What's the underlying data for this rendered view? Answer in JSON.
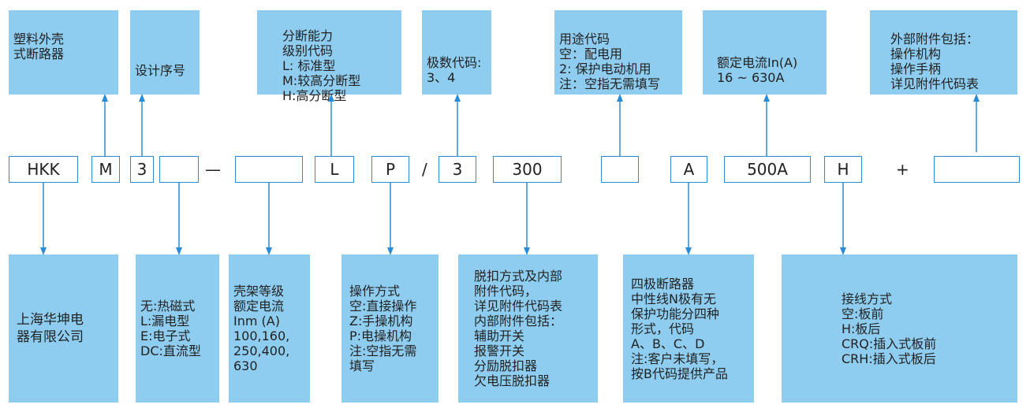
{
  "colors": {
    "box_fill": "#8ECDEF",
    "arrow": "#2a8bd6",
    "code_border": "#2a8bd6"
  },
  "top_boxes": [
    {
      "id": "company-type",
      "text": "塑料外壳\n式断路器"
    },
    {
      "id": "design-serial",
      "text": "设计序号"
    },
    {
      "id": "breaking-capacity",
      "text": "分断能力\n级别代码\nL: 标准型\nM:较高分断型\nH:高分断型"
    },
    {
      "id": "poles",
      "text": "极数代码:\n3、4"
    },
    {
      "id": "usage",
      "text": "用途代码\n空：配电用\n2: 保护电动机用\n注：空指无需填写"
    },
    {
      "id": "rated-current",
      "text": "额定电流In(A)\n16 ~ 630A"
    },
    {
      "id": "accessories",
      "text": "外部附件包括：\n操作机构\n操作手柄\n详见附件代码表"
    }
  ],
  "codes": [
    "HKK",
    "M",
    "3",
    "",
    "",
    "L",
    "P",
    "3",
    "300",
    "",
    "A",
    "500A",
    "H",
    ""
  ],
  "separators": [
    "—",
    "/",
    "+"
  ],
  "bottom_boxes": [
    {
      "id": "manufacturer",
      "text": "上海华坤电\n器有限公司"
    },
    {
      "id": "release-type",
      "text": "无:热磁式\nL:漏电型\nE:电子式\nDC:直流型"
    },
    {
      "id": "frame-rating",
      "text": "壳架等级\n额定电流\nInm (A)\n100,160,\n250,400,\n630"
    },
    {
      "id": "operation-mode",
      "text": "操作方式\n空:直接操作\nZ:手操机构\nP:电操机构\n注:空指无需\n填写"
    },
    {
      "id": "trip-method",
      "text": "脱扣方式及内部\n附件代码，\n详见附件代码表\n内部附件包括：\n辅助开关\n报警开关\n分励脱扣器\n欠电压脱扣器"
    },
    {
      "id": "four-pole",
      "text": "四极断路器\n中性线N极有无\n保护功能分四种\n形式，代码\nA、B、C、D\n注:客户未填写，\n按B代码提供产品"
    },
    {
      "id": "wiring-mode",
      "text": "接线方式\n空:板前\nH:板后\nCRQ:插入式板前\nCRH:插入式板后"
    }
  ]
}
